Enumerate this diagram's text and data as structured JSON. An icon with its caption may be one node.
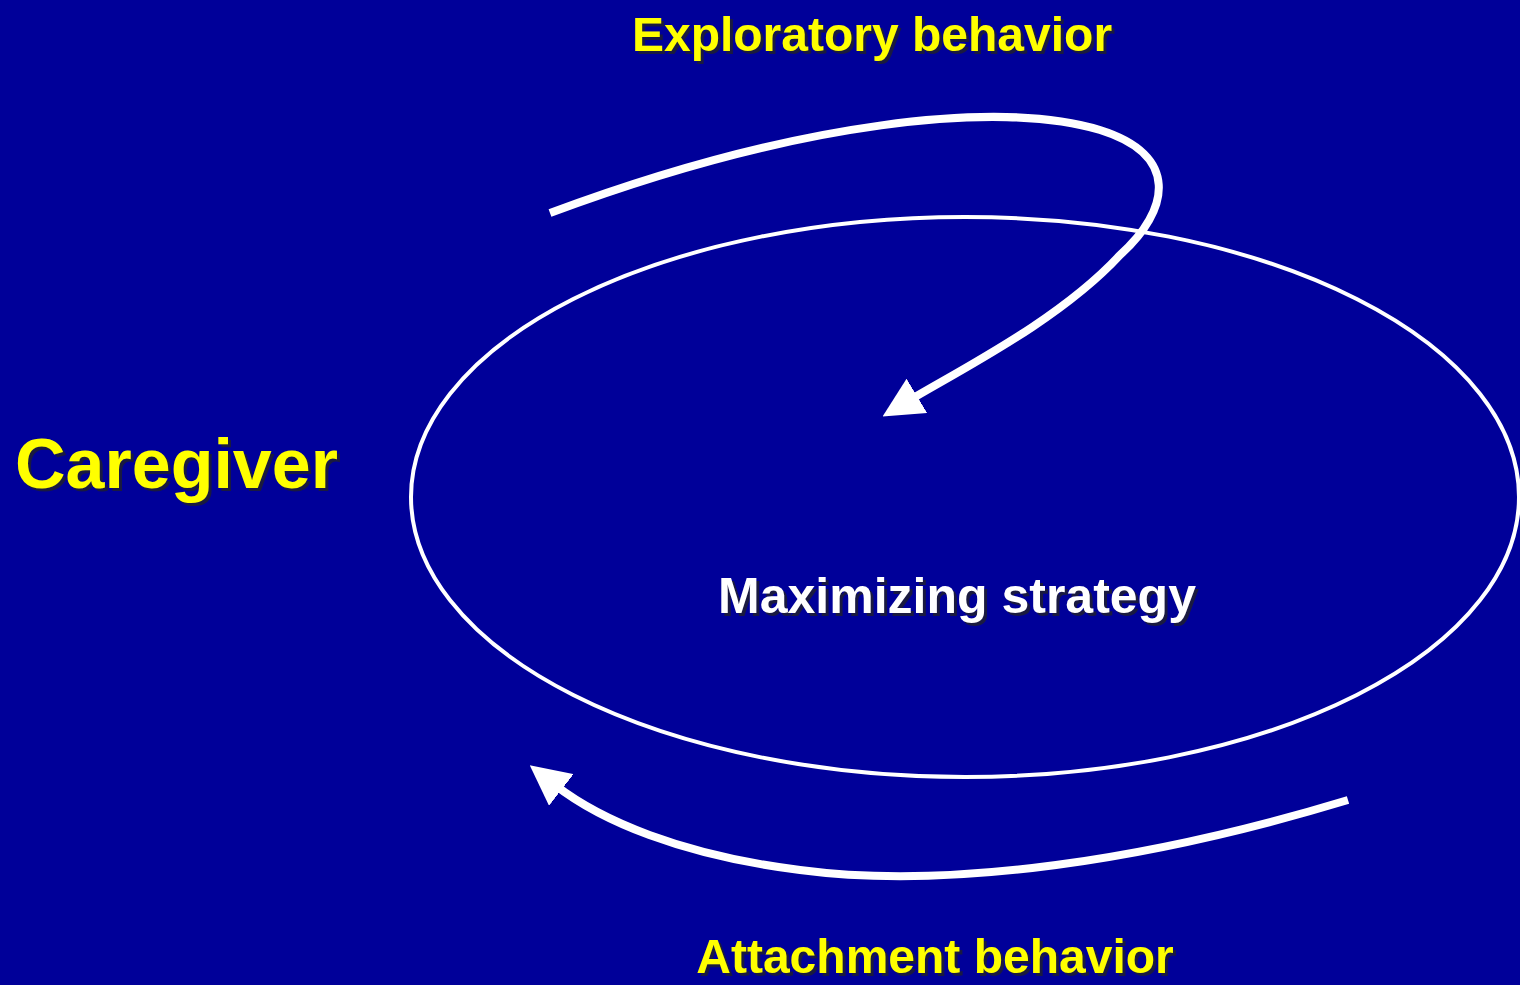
{
  "diagram": {
    "nodes": [
      {
        "text": [
          "Maximizing strategy"
        ]
      }
    ],
    "labels": [
      "Exploratory behavior",
      "Caregiver",
      "Attachment behavior"
    ]
  }
}
